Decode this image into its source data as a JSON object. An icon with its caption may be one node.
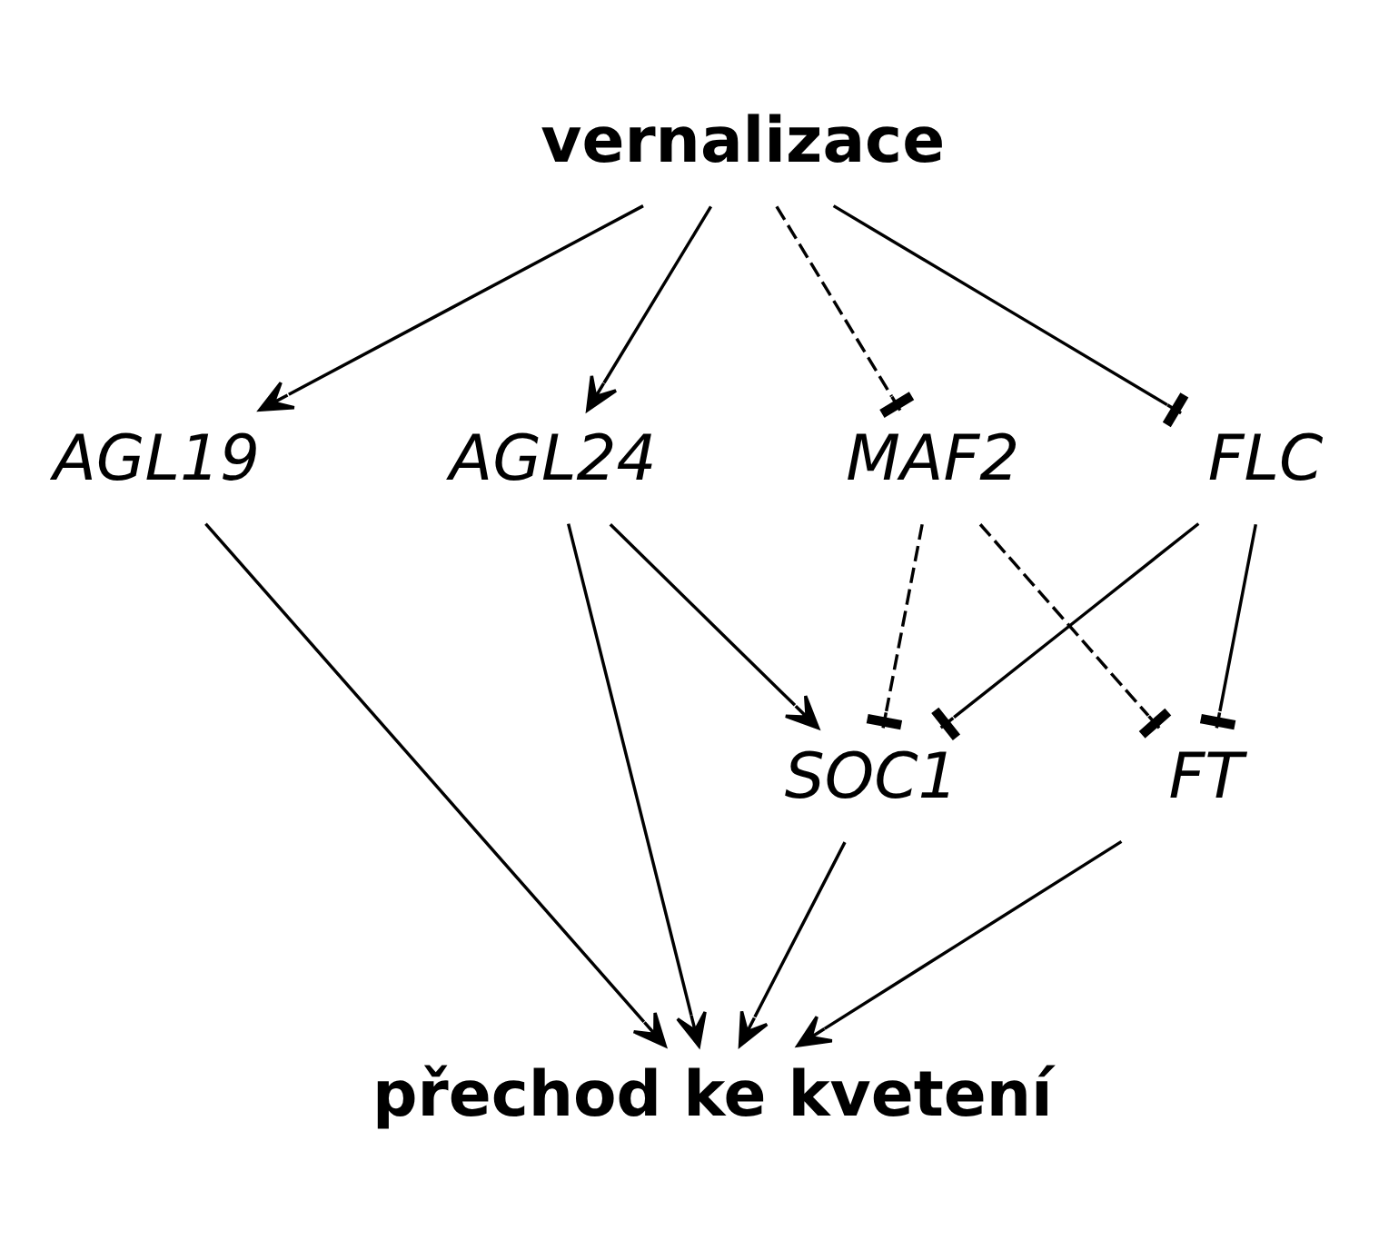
{
  "diagram": {
    "nodes": [
      {
        "text": [
          "vernalizace"
        ]
      },
      {
        "text": [
          "FLC"
        ]
      },
      {
        "text": [
          "MAF2"
        ]
      },
      {
        "text": [
          "AGL24"
        ]
      },
      {
        "text": [
          "AGL19"
        ]
      },
      {
        "text": [
          "FT"
        ]
      },
      {
        "text": [
          "SOC1"
        ]
      },
      {
        "text": [
          "přechod ke kvetení"
        ]
      }
    ],
    "edges": [
      {
        "from": 0,
        "to": 1,
        "arrow": "other"
      },
      {
        "from": 0,
        "to": 2,
        "arrow": "other",
        "style": "dashed"
      },
      {
        "from": 0,
        "to": 3,
        "arrow": "to"
      },
      {
        "from": 0,
        "to": 4,
        "arrow": "to"
      },
      {
        "from": 1,
        "to": 5,
        "arrow": "other"
      },
      {
        "from": 2,
        "to": 5,
        "arrow": "other",
        "style": "dashed"
      },
      {
        "from": 1,
        "to": 6,
        "arrow": "other"
      },
      {
        "from": 2,
        "to": 6,
        "arrow": "other",
        "style": "dashed"
      },
      {
        "from": 3,
        "to": 6,
        "arrow": "to"
      },
      {
        "from": 5,
        "to": 7,
        "arrow": "to"
      },
      {
        "from": 6,
        "to": 7,
        "arrow": "to"
      },
      {
        "from": 3,
        "to": 7,
        "arrow": "to"
      },
      {
        "from": 4,
        "to": 7,
        "arrow": "to"
      }
    ]
  }
}
